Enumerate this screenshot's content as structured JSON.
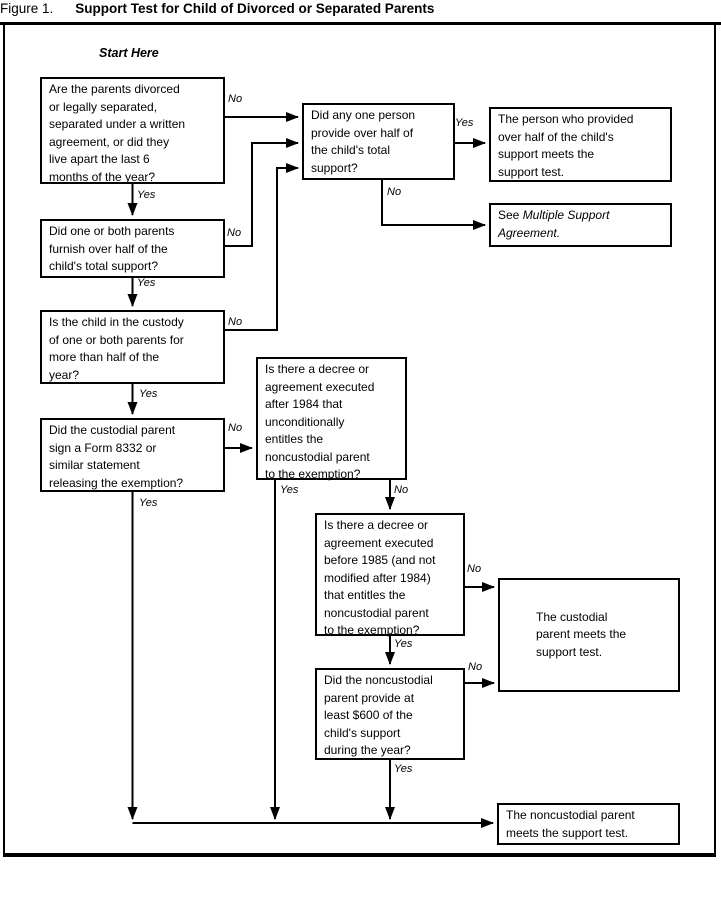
{
  "title": {
    "figure": "Figure 1.",
    "heading": "Support Test for Child of Divorced or Separated Parents"
  },
  "start_here": "Start Here",
  "labels": {
    "yes": "Yes",
    "no": "No"
  },
  "nodes": {
    "q_divorced": "Are the parents divorced\nor legally separated,\nseparated under a written\nagreement, or did they\nlive apart the last 6\nmonths of the year?",
    "q_furnish_half": "Did one or both parents\nfurnish over half of the\nchild's total support?",
    "q_custody": "Is the child in the custody\nof one or both parents for\nmore than half of the\nyear?",
    "q_form_8332": "Did the custodial parent\nsign a Form 8332 or\nsimilar statement\nreleasing the exemption?",
    "q_any_one_person": "Did any one person\nprovide over half of\nthe child's total\nsupport?",
    "r_person_provided": "The person who provided\nover half of the child's\nsupport meets the\nsupport test.",
    "r_see_prefix": "See ",
    "r_see_italic": "Multiple Support\nAgreement.",
    "q_decree_after_1984": "Is there a decree or\nagreement executed\nafter 1984 that\nunconditionally\nentitles the\nnoncustodial parent\nto the exemption?",
    "q_decree_before_1985": "Is there a decree or\nagreement executed\nbefore 1985 (and not\nmodified after 1984)\nthat entitles the\nnoncustodial parent\nto the exemption?",
    "q_600_support": "Did the noncustodial\nparent provide at\nleast $600 of the\nchild's support\nduring the year?",
    "r_custodial_meets": "The custodial\nparent meets the\nsupport test.",
    "r_noncustodial_meets": "The noncustodial parent\nmeets the support test."
  }
}
